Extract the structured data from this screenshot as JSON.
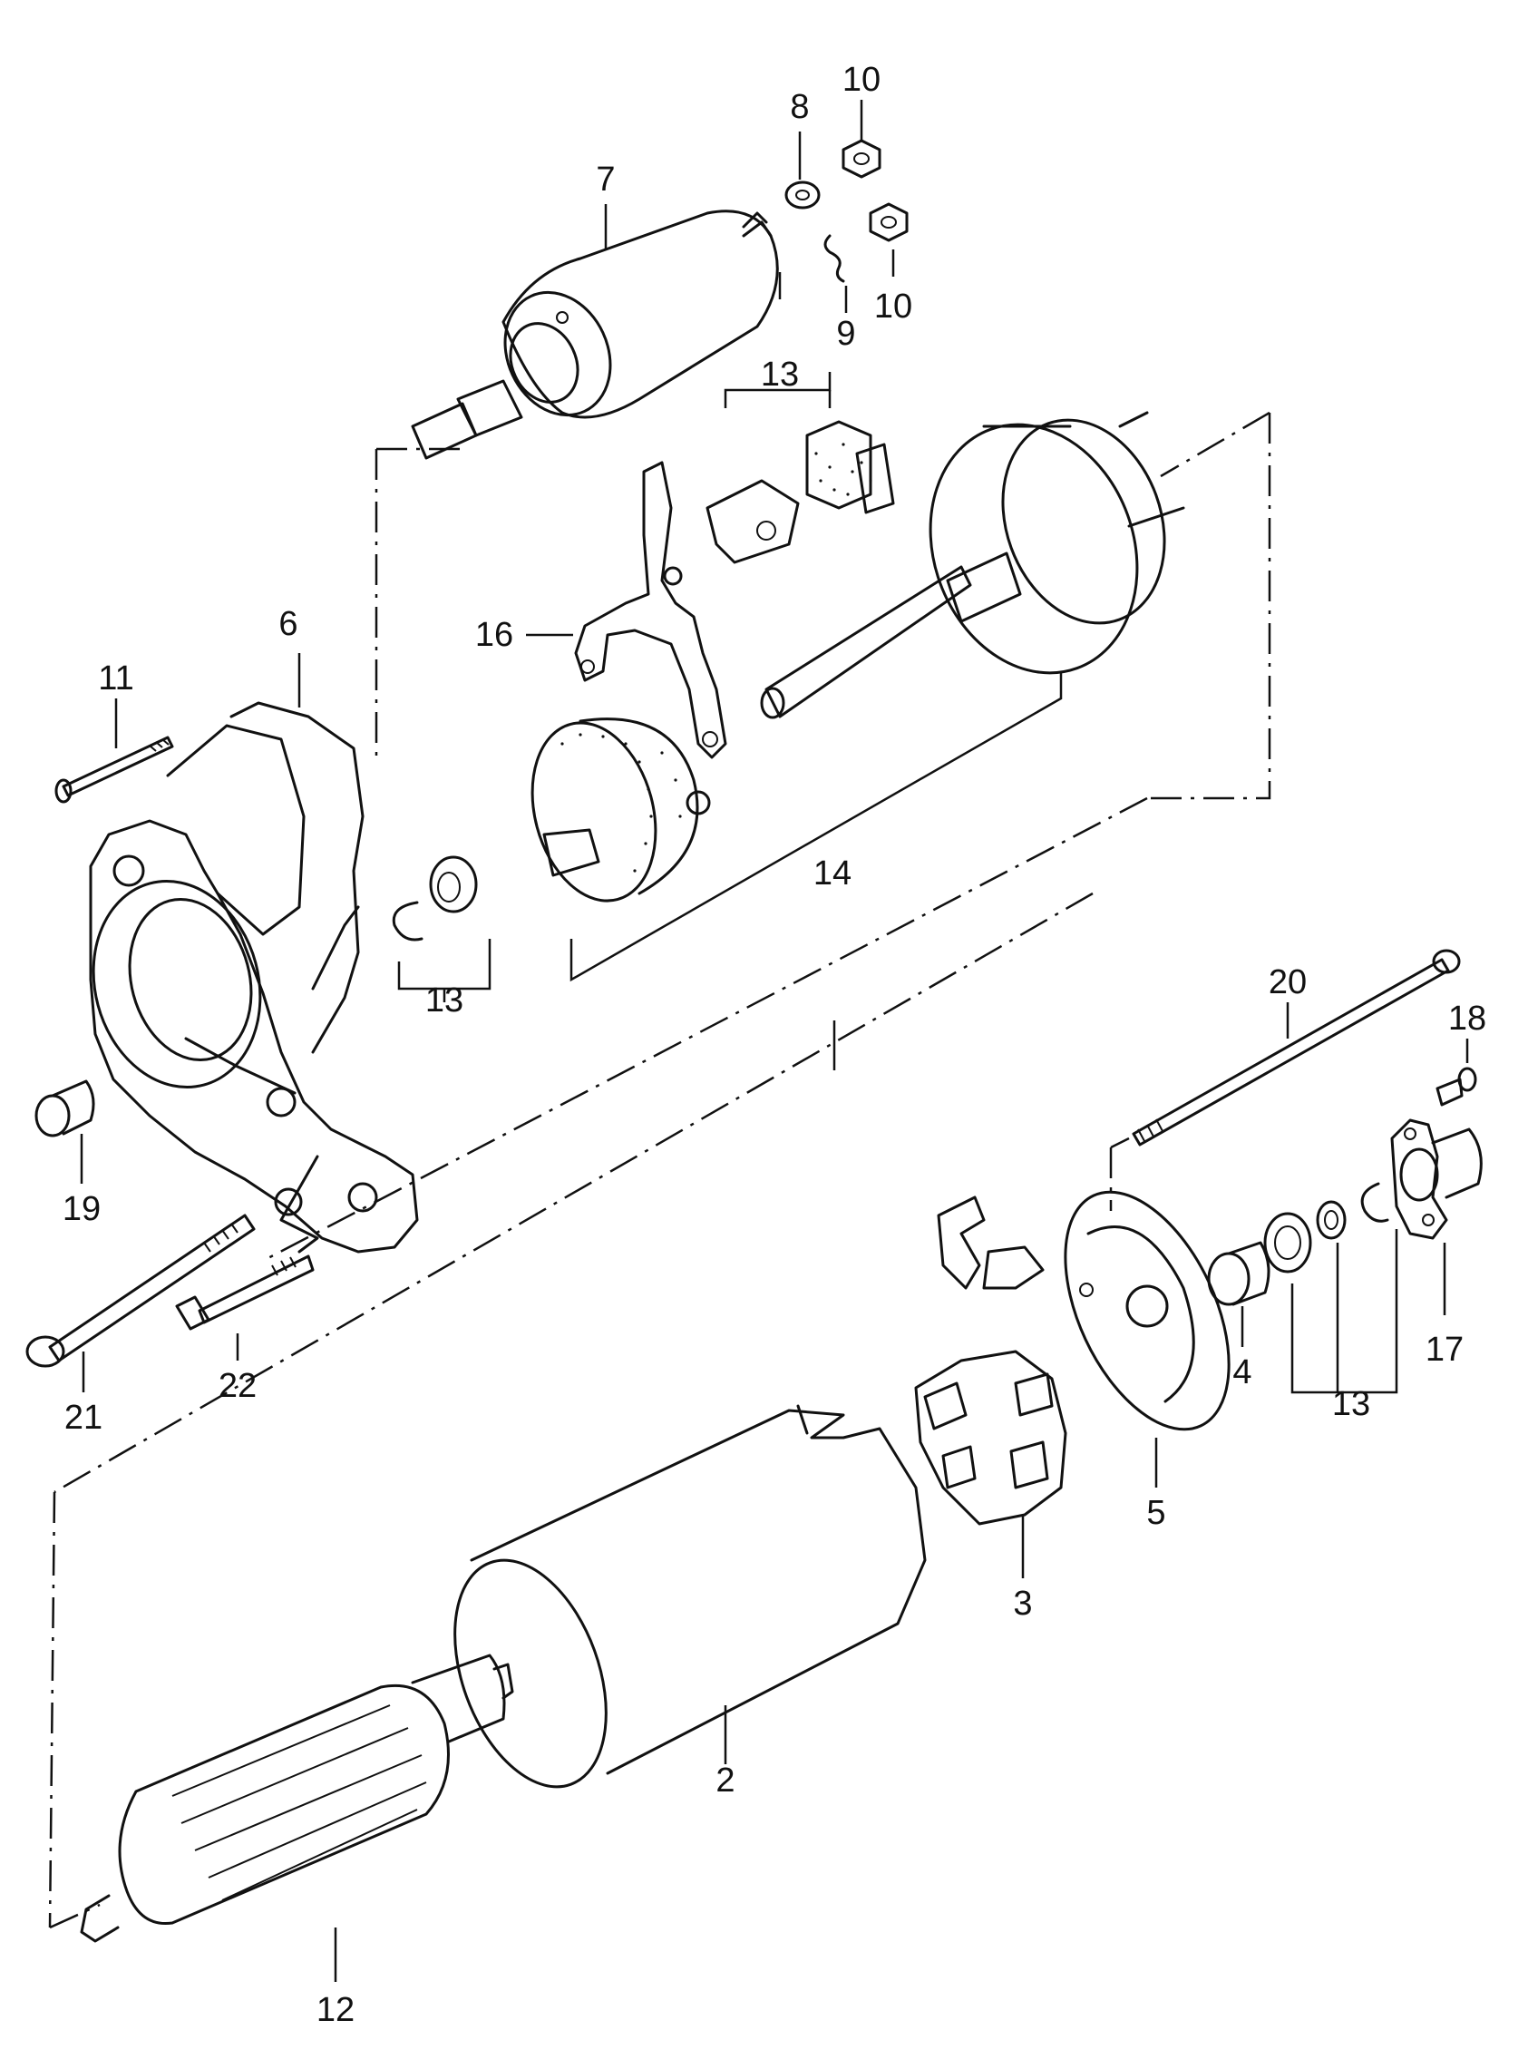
{
  "labels": {
    "l2": "2",
    "l3": "3",
    "l4": "4",
    "l5": "5",
    "l6": "6",
    "l7": "7",
    "l8": "8",
    "l9": "9",
    "l10a": "10",
    "l10b": "10",
    "l11": "11",
    "l12": "12",
    "l13a": "13",
    "l13b": "13",
    "l13c": "13",
    "l14": "14",
    "l16": "16",
    "l17": "17",
    "l18": "18",
    "l19": "19",
    "l20": "20",
    "l21": "21",
    "l22": "22"
  }
}
